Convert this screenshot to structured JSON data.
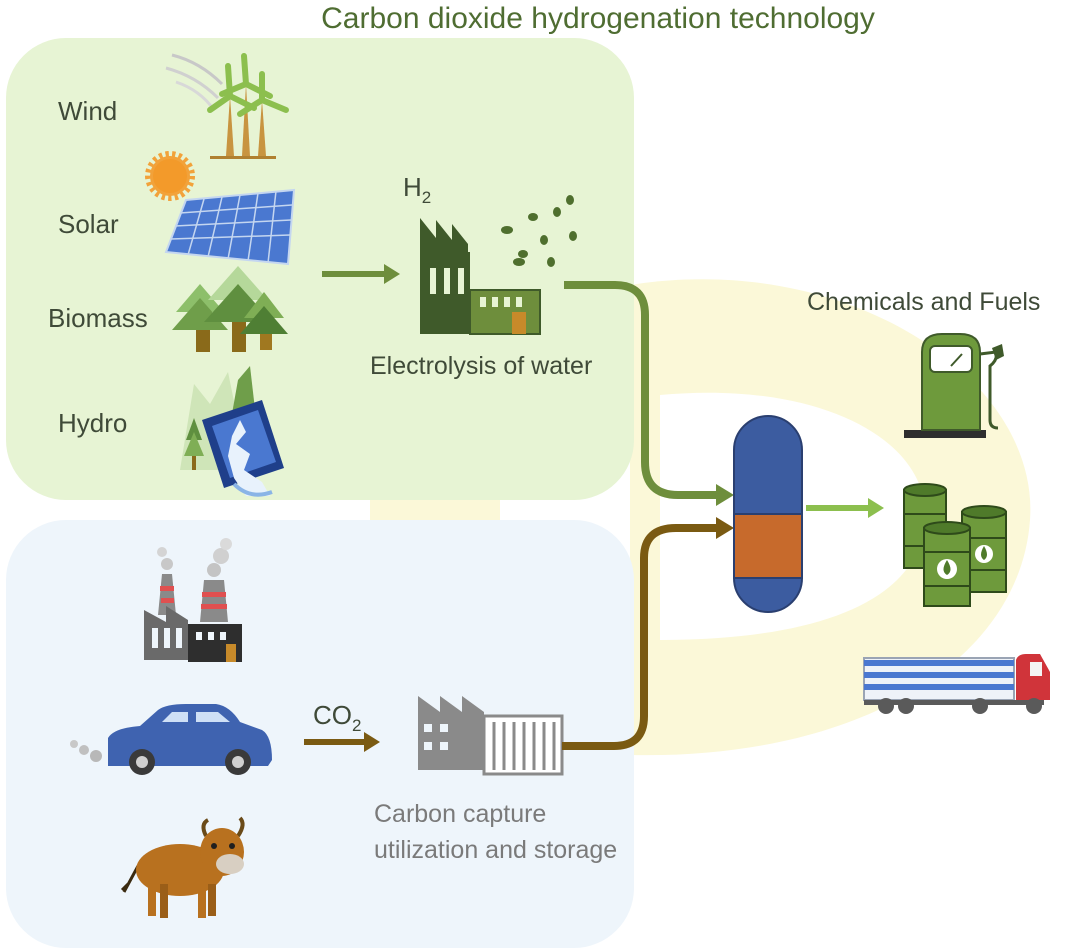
{
  "title": "Carbon dioxide hydrogenation technology",
  "renewables": {
    "wind": "Wind",
    "solar": "Solar",
    "biomass": "Biomass",
    "hydro": "Hydro"
  },
  "hydrogen": {
    "gas_label": "H",
    "gas_sub": "2",
    "process_label": "Electrolysis of water"
  },
  "carbon": {
    "gas_label": "CO",
    "gas_sub": "2",
    "process_line1": "Carbon capture",
    "process_line2": "utilization  and storage"
  },
  "outputs": {
    "label": "Chemicals and Fuels"
  },
  "colors": {
    "green_panel": "#e7f4d4",
    "blue_panel": "#eef5fb",
    "yellow_halo": "#fbf8d8",
    "hydrogen_arrow": "#6e8e3c",
    "co2_arrow": "#7a5a12",
    "reactor_blue": "#3c5ca0",
    "reactor_orange": "#c76a2c",
    "output_arrow": "#8cbf4e",
    "title_text": "#4f6d32",
    "label_text": "#3f4a38",
    "ccus_text": "#7a7a7a"
  }
}
